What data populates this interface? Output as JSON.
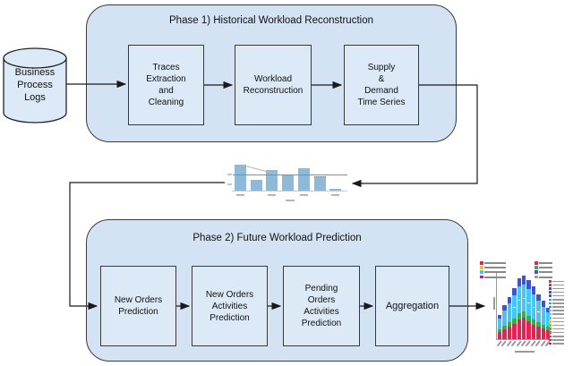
{
  "diagram": {
    "source_cylinder": {
      "label": "Business\nProcess\nLogs"
    },
    "phase1": {
      "title": "Phase 1) Historical Workload Reconstruction",
      "boxes": [
        {
          "label": "Traces\nExtraction\nand\nCleaning"
        },
        {
          "label": "Workload\nReconstruction"
        },
        {
          "label": "Supply\n&\nDemand\nTime Series"
        }
      ]
    },
    "phase2": {
      "title": "Phase 2) Future Workload Prediction",
      "boxes": [
        {
          "label": "New Orders\nPrediction"
        },
        {
          "label": "New Orders\nActivities\nPrediction"
        },
        {
          "label": "Pending\nOrders\nActivities\nPrediction"
        },
        {
          "label": "Aggregation"
        }
      ]
    },
    "colors": {
      "container_fill": "#d3e3f3",
      "box_fill": "#dce9f7",
      "border": "#3a3a3a",
      "arrow": "#1a1a1a"
    }
  },
  "chart_data": [
    {
      "type": "bar",
      "title": "",
      "values": [
        1.0,
        0.42,
        0.78,
        0.62,
        0.85,
        0.55,
        0.08
      ],
      "bar_color": "#8fb9d9",
      "mean_line": {
        "value": 0.62,
        "color": "#d96a6a"
      },
      "trend_segment": {
        "from_bar": 0,
        "to_bar": 2,
        "color": "#b5b5b5"
      },
      "hatched_bar_index": 5,
      "x_tick_indices": [
        0,
        2,
        4,
        6
      ],
      "note": "thumbnail time-series bar chart; axis tick text too small to read"
    },
    {
      "type": "bar",
      "stacked": true,
      "categories": [
        "",
        "",
        "",
        "",
        "",
        "",
        "",
        "",
        "",
        "",
        ""
      ],
      "series": [
        {
          "name": "red-bottom",
          "color": "#e02454",
          "values": [
            8,
            11,
            14,
            17,
            22,
            24,
            20,
            16,
            14,
            12,
            10
          ]
        },
        {
          "name": "green",
          "color": "#33b04a",
          "values": [
            3,
            4,
            5,
            6,
            7,
            7,
            6,
            6,
            5,
            4,
            4
          ]
        },
        {
          "name": "cyan",
          "color": "#45c6f2",
          "values": [
            12,
            17,
            21,
            26,
            30,
            30,
            30,
            28,
            24,
            20,
            16
          ]
        },
        {
          "name": "blue-top",
          "color": "#3f51d6",
          "values": [
            4,
            6,
            7,
            8,
            9,
            10,
            10,
            9,
            7,
            7,
            5
          ]
        }
      ],
      "legend_top_left_colors": [
        "#e02454",
        "#f2c21d",
        "#45c6f2",
        "#9c27b0"
      ],
      "legend_top_right_colors": [
        "#e02454",
        "#33b04a",
        "#3f51d6",
        "#9e9e9e"
      ],
      "legend_side_colors": [
        "#e91e63",
        "#e91e63",
        "#3f51b5",
        "#3f51b5",
        "#3f51b5",
        "#2196f3",
        "#2196f3",
        "#03a9f4",
        "#4dd0e1",
        "#4dd0e1",
        "#4dd0e1",
        "#ffc107",
        "#8bc34a",
        "#4caf50",
        "#f44336",
        "#e91e63",
        "#d32f2f",
        "#c2185b"
      ],
      "note": "thumbnail stacked bar chart; legend and axis text too small to read"
    }
  ]
}
